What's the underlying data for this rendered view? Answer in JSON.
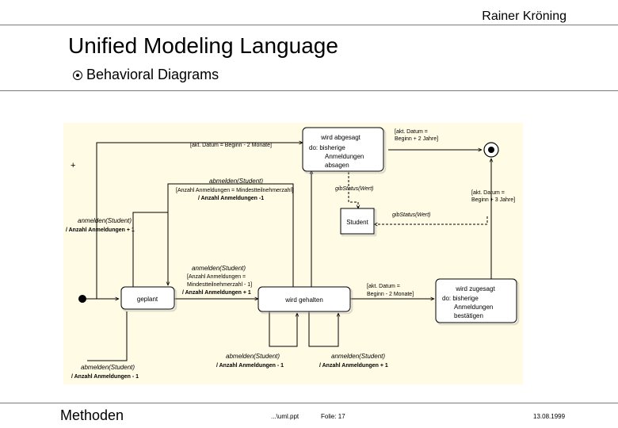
{
  "header": {
    "author": "Rainer Kröning"
  },
  "slide": {
    "title": "Unified Modeling Language",
    "bullet": "Behavioral Diagrams"
  },
  "diagram": {
    "background": "#fffbe4",
    "states": {
      "geplant": "geplant",
      "wird_gehalten": "wird gehalten",
      "student": "Student",
      "wird_abgesagt": [
        "wird abgesagt",
        "do: bisherige",
        "Anmeldungen",
        "absagen"
      ],
      "wird_zugesagt": [
        "wird zugesagt",
        "do: bisherige",
        "Anmeldungen",
        "bestätigen"
      ]
    },
    "labels": {
      "guard_top": "[akt. Datum = Beginn - 2 Monate]",
      "guard_top_right": [
        "[akt. Datum =",
        "Beginn + 2 Jahre]"
      ],
      "abmelden_top": "abmelden(Student)",
      "abmelden_top_guard": "[Anzahl Anmeldungen = Mindestteilnehmerzahl]",
      "abmelden_top_action": "/ Anzahl Anmeldungen -1",
      "gibStatus": "gibStatus(Wert)",
      "guard_right_mid": [
        "[akt. Datum =",
        "Beginn + 3 Jahre]"
      ],
      "gibStatus2": "gibStatus(Wert)",
      "anmelden_left": "anmelden(Student)",
      "anmelden_left_action": "/ Anzahl Anmeldungen + 1",
      "anmelden_mid": "anmelden(Student)",
      "anmelden_mid_guard1": "[Anzahl Anmeldungen =",
      "anmelden_mid_guard2": "Mindestteilnehmerzahl - 1]",
      "anmelden_mid_action": "/ Anzahl Anmeldungen + 1",
      "guard_bottom_right": [
        "[akt. Datum =",
        "Beginn - 2 Monate]"
      ],
      "abmelden_bottom_mid": "abmelden(Student)",
      "abmelden_bottom_mid_action": "/ Anzahl Anmeldungen - 1",
      "anmelden_bottom_right": "anmelden(Student)",
      "anmelden_bottom_right_action": "/ Anzahl Anmeldungen + 1",
      "abmelden_bottom_left": "abmelden(Student)",
      "abmelden_bottom_left_action": "/ Anzahl Anmeldungen - 1",
      "plus": "+"
    }
  },
  "footer": {
    "left": "Methoden",
    "file": "...\\uml.ppt",
    "folie": "Folie: 17",
    "date": "13.08.1999"
  }
}
